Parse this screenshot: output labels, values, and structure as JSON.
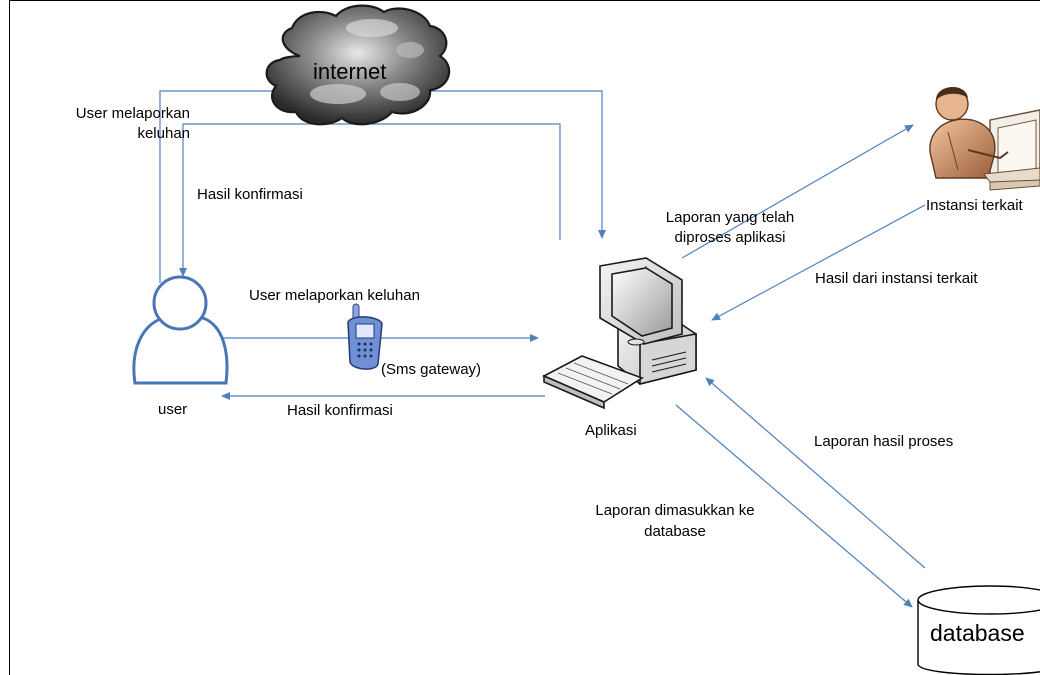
{
  "nodes": {
    "internet": "internet",
    "user": "user",
    "aplikasi": "Aplikasi",
    "instansi": "Instansi terkait",
    "database": "database"
  },
  "edges": {
    "user_to_internet": "User melaporkan\nkeluhan",
    "internet_to_user": "Hasil konfirmasi",
    "user_to_app_sms": "User melaporkan keluhan",
    "sms_gateway": "(Sms gateway)",
    "app_to_user": "Hasil konfirmasi",
    "app_to_instansi": "Laporan yang telah\ndiproses aplikasi",
    "instansi_to_app": "Hasil dari instansi terkait",
    "db_to_app": "Laporan hasil proses",
    "app_to_db": "Laporan dimasukkan ke\ndatabase"
  },
  "colors": {
    "arrow": "#4f81bd",
    "user_outline": "#4a76b8",
    "phone": "#6f8fd6"
  }
}
